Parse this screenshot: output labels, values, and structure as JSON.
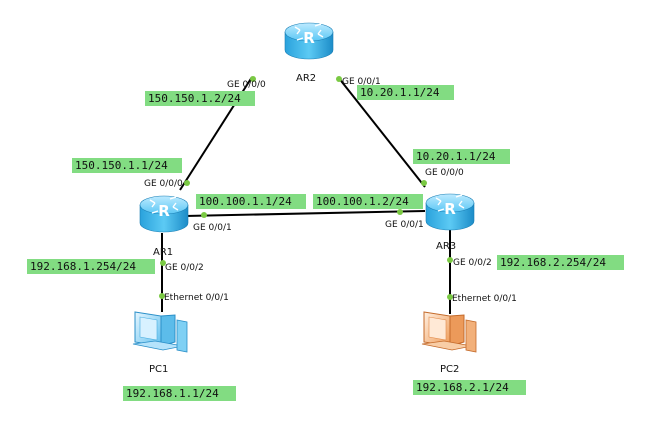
{
  "routers": {
    "ar2": {
      "name": "AR2",
      "icon_letter": "R",
      "port_left": "GE 0/0/0",
      "port_right": "GE 0/0/1"
    },
    "ar1": {
      "name": "AR1",
      "icon_letter": "R",
      "port_top": "GE 0/0/0",
      "port_right": "GE 0/0/1",
      "port_bottom": "GE 0/0/2"
    },
    "ar3": {
      "name": "AR3",
      "icon_letter": "R",
      "port_top": "GE 0/0/0",
      "port_left": "GE 0/0/1",
      "port_bottom": "GE 0/0/2"
    }
  },
  "pcs": {
    "pc1": {
      "name": "PC1",
      "port": "Ethernet 0/0/1"
    },
    "pc2": {
      "name": "PC2",
      "port": "Ethernet 0/0/1"
    }
  },
  "ip_labels": {
    "ar2_ge000": "150.150.1.2/24",
    "ar2_ge001": "10.20.1.1/24",
    "ar1_ge000": "150.150.1.1/24",
    "ar1_ge001": "100.100.1.1/24",
    "ar1_ge002": "192.168.1.254/24",
    "ar3_ge000": "10.20.1.1/24",
    "ar3_ge001": "100.100.1.2/24",
    "ar3_ge002": "192.168.2.254/24",
    "pc1": "192.168.1.1/24",
    "pc2": "192.168.2.1/24"
  },
  "colors": {
    "label_bg": "#82dc82",
    "port_dot": "#7ac943",
    "router_blue": "#4fc3f0",
    "pc1_blue": "#6ec8f0",
    "pc2_orange": "#f0a060"
  }
}
